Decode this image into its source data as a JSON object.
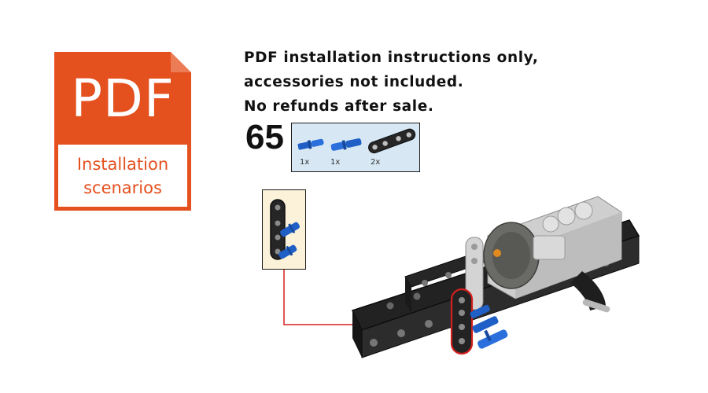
{
  "badge": {
    "label": "PDF",
    "caption_line1": "Installation",
    "caption_line2": "scenarios",
    "color": "#e4501e"
  },
  "notice": {
    "line1": "PDF installation instructions only,",
    "line2": "accessories not included.",
    "line3": "No refunds after sale."
  },
  "step": {
    "number": "65",
    "parts": [
      {
        "name": "blue-axle-pin",
        "qty": "1x"
      },
      {
        "name": "blue-axle-pin",
        "qty": "1x"
      },
      {
        "name": "black-liftarm",
        "qty": "2x"
      }
    ]
  },
  "colors": {
    "parts_background": "#d7e8f4",
    "callout_background": "#fbf2d9",
    "highlight": "#d42020",
    "brick_blue": "#1f5fc6",
    "brick_black": "#2a2a2a",
    "brick_gray": "#c8c8c8"
  }
}
